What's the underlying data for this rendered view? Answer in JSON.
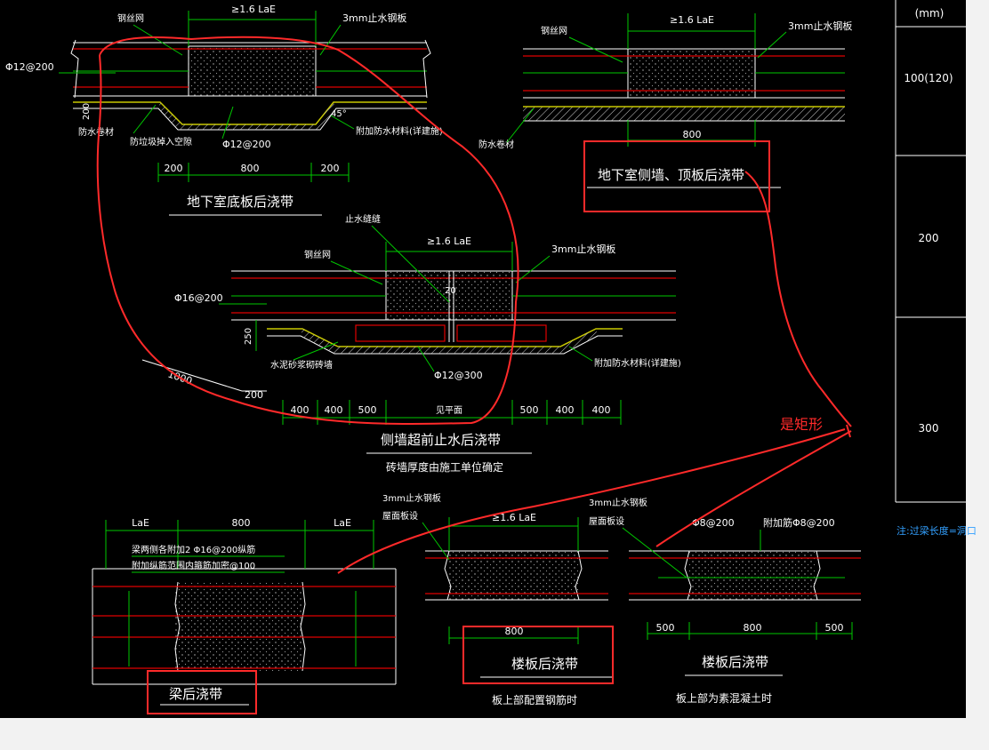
{
  "colors": {
    "background": "#000000",
    "dimension_green": "#00c800",
    "rebar_red": "#e00000",
    "waterproof_yellow": "#c8c800",
    "annotation_red": "#ff2a2a",
    "page_gray": "#f2f2f2"
  },
  "table": {
    "unit": "(mm)",
    "rows": [
      "100(120)",
      "200",
      "300"
    ],
    "note": "注:过梁长度=洞口"
  },
  "d1": {
    "title": "地下室底板后浇带",
    "wire_mesh": "钢丝网",
    "la": "≥1.6 LaE",
    "plate": "3mm止水钢板",
    "rebar": "Φ12@200",
    "thickness": "200",
    "waterproof": "防水卷材",
    "debris": "防垃圾掉入空隙",
    "bottom_rebar": "Φ12@200",
    "extra_waterproof": "附加防水材料(详建施)",
    "angle": "45°",
    "dims": [
      "200",
      "800",
      "200"
    ]
  },
  "d2": {
    "title": "地下室侧墙、顶板后浇带",
    "wire_mesh": "钢丝网",
    "la": "≥1.6 LaE",
    "plate": "3mm止水钢板",
    "waterproof": "防水卷材",
    "dim": "800"
  },
  "d3": {
    "title": "侧墙超前止水后浇带",
    "subtitle": "砖墙厚度由施工单位确定",
    "joint": "止水缝缝",
    "wire_mesh": "钢丝网",
    "la": "≥1.6 LaE",
    "plate": "3mm止水钢板",
    "rebar": "Φ16@200",
    "gap": "20",
    "height": "250",
    "mortar_wall": "水泥砂浆砌砖墙",
    "bottom_rebar": "Φ12@300",
    "extra_waterproof": "附加防水材料(详建施)",
    "d1000": "1000",
    "d200": "200",
    "dims": [
      "400",
      "400",
      "500",
      "见平面",
      "500",
      "400",
      "400"
    ]
  },
  "d4": {
    "title": "梁后浇带",
    "note1": "梁两侧各附加2 Φ16@200纵筋",
    "note2": "附加纵筋范围内箍筋加密@100",
    "dims": [
      "LaE",
      "800",
      "LaE"
    ]
  },
  "d5": {
    "title": "楼板后浇带",
    "subtitle": "板上部配置钢筋时",
    "plate": "3mm止水钢板",
    "slab": "屋面板设",
    "la": "≥1.6 LaE",
    "dim": "800"
  },
  "d6": {
    "title": "楼板后浇带",
    "subtitle": "板上部为素混凝土时",
    "plate": "3mm止水钢板",
    "slab": "屋面板设",
    "rebar1": "Φ8@200",
    "rebar2": "附加筋Φ8@200",
    "dims": [
      "500",
      "800",
      "500"
    ]
  },
  "annotation": {
    "text": "是矩形"
  }
}
